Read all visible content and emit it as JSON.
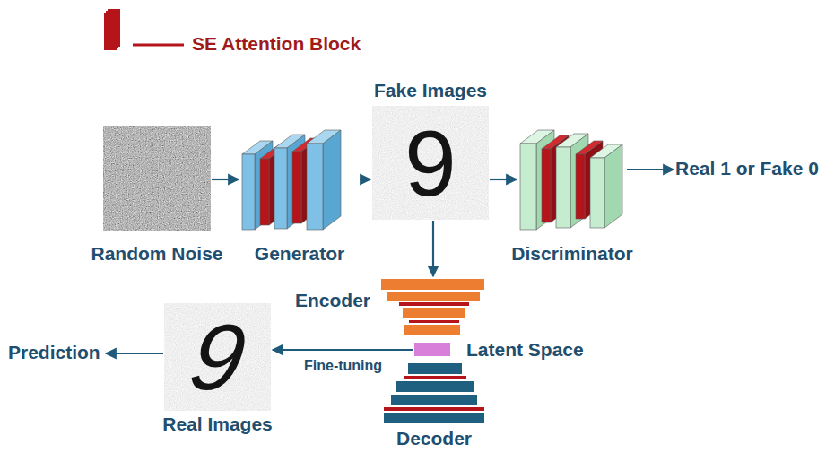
{
  "diagram": {
    "nodes": [
      {
        "text": [
          "Random Noise"
        ]
      },
      {
        "text": [
          "Generator"
        ]
      },
      {
        "text": [
          "Fake Images",
          "9"
        ]
      },
      {
        "text": [
          "Discriminator"
        ]
      },
      {
        "text": [
          "Real 1 or Fake 0"
        ]
      },
      {
        "text": [
          "Encoder"
        ]
      },
      {
        "text": [
          "Latent Space"
        ]
      },
      {
        "text": [
          "Decoder"
        ]
      },
      {
        "text": [
          "Real Images",
          "9"
        ]
      },
      {
        "text": [
          "Prediction"
        ]
      }
    ],
    "edges": [
      {
        "from": 0,
        "to": 1,
        "arrow": "to"
      },
      {
        "from": 1,
        "to": 2,
        "arrow": "to"
      },
      {
        "from": 2,
        "to": 3,
        "arrow": "to"
      },
      {
        "from": 3,
        "to": 4,
        "arrow": "to"
      },
      {
        "from": 2,
        "to": 5,
        "arrow": "to"
      },
      {
        "from": 6,
        "to": 8,
        "label": "Fine-tuning",
        "arrow": "to"
      },
      {
        "from": 8,
        "to": 9,
        "arrow": "to"
      }
    ],
    "legend": [
      {
        "text": "SE Attention Block",
        "color": "#b5141b"
      }
    ]
  }
}
